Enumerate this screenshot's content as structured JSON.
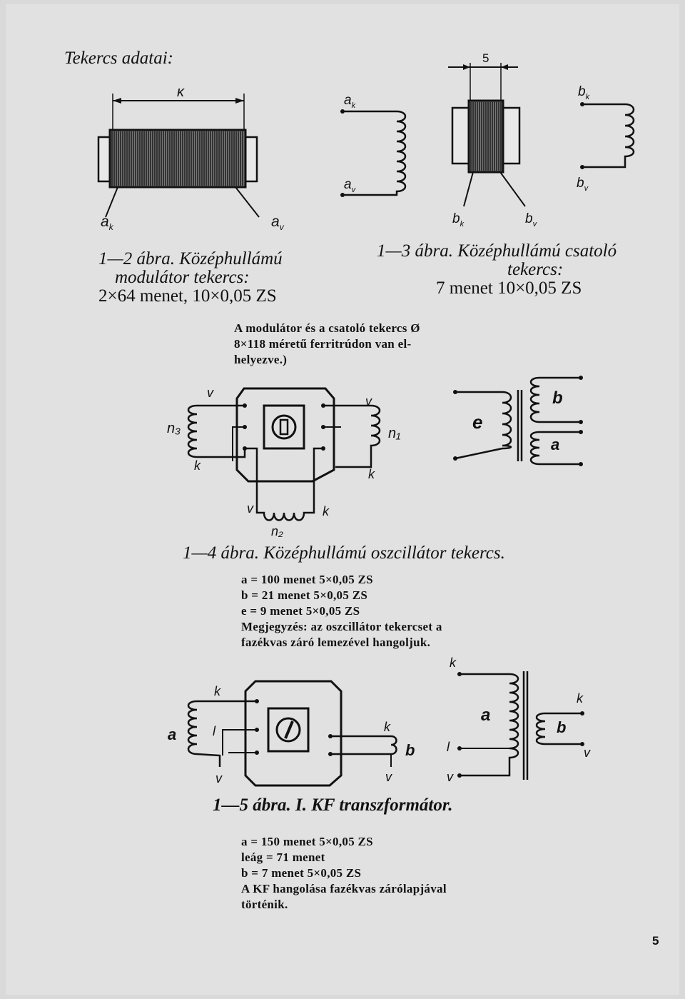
{
  "header": {
    "title": "Tekercs adatai:"
  },
  "fig2": {
    "dim_label": "κ",
    "ak": "a",
    "ak_sub": "k",
    "av": "a",
    "av_sub": "v",
    "coil_ak": "a",
    "coil_ak_sub": "k",
    "coil_av": "a",
    "coil_av_sub": "v",
    "caption_line1": "1—2 ábra. Középhullámú",
    "caption_line2": "modulátor tekercs:",
    "caption_line3": "2×64 menet, 10×0,05 ZS"
  },
  "fig3": {
    "dim_label": "5",
    "bk": "b",
    "bk_sub": "k",
    "bv": "b",
    "bv_sub": "v",
    "coil_bk": "b",
    "coil_bk_sub": "k",
    "coil_bv": "b",
    "coil_bv_sub": "v",
    "caption_line1": "1—3 ábra. Középhullámú csatoló",
    "caption_line2": "tekercs:",
    "caption_line3": "7 menet 10×0,05 ZS"
  },
  "note": {
    "line1": "A modulátor és a csatoló tekercs Ø",
    "line2": "8×118 méretű ferritrúdon van el-",
    "line3": "helyezve.)"
  },
  "fig4": {
    "n3": "n₃",
    "n1": "n₁",
    "n2": "n₂",
    "v_left": "v",
    "k_left": "k",
    "v_right": "v",
    "k_right": "k",
    "v_bottom": "v",
    "k_bottom": "k",
    "e": "e",
    "b": "b",
    "a": "a",
    "caption": "1—4 ábra. Középhullámú oszcillátor tekercs.",
    "spec_a": "a  =  100 menet 5×0,05 ZS",
    "spec_b": "b  =  21 menet 5×0,05 ZS",
    "spec_e": "e  =  9 menet 5×0,05 ZS",
    "remark_label": "Megjegyzés:",
    "remark_text": " az oszcillátor tekercset a",
    "remark_line2": "fazékvas záró lemezével hangoljuk."
  },
  "fig5": {
    "a_left": "a",
    "k_left": "k",
    "l_left": "l",
    "v_left": "v",
    "k_mid": "k",
    "b_mid": "b",
    "v_mid": "v",
    "k_top": "k",
    "a_right": "a",
    "l_right": "l",
    "v_right": "v",
    "k_far": "k",
    "b_far": "b",
    "v_far": "v",
    "caption": "1—5 ábra. I. KF transzformátor.",
    "spec_a": "a  =  150 menet 5×0,05 ZS",
    "spec_leag": "leág  =  71 menet",
    "spec_b": "b  =  7 menet 5×0,05 ZS",
    "spec_line4": "A KF hangolása fazékvas zárólapjával",
    "spec_line5": "történik."
  },
  "page_number": "5"
}
